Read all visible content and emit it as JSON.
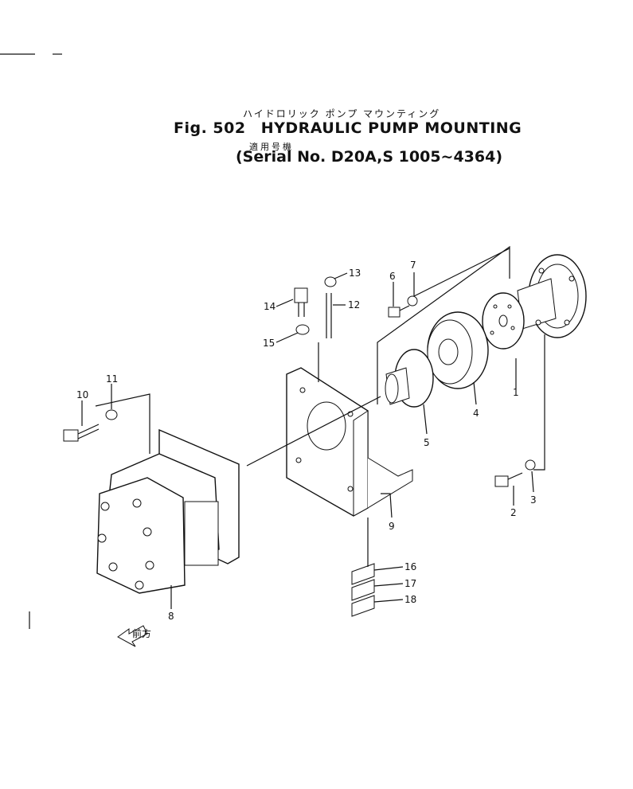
{
  "title": {
    "kana": "ハイドロリック ポンプ マウンティング",
    "fig_label": "Fig. 502",
    "name": "HYDRAULIC PUMP MOUNTING",
    "serial_jp": "適用号機",
    "serial": "(Serial No. D20A,S 1005~4364)"
  },
  "callouts": [
    {
      "id": "c1",
      "label": "1"
    },
    {
      "id": "c2",
      "label": "2"
    },
    {
      "id": "c3",
      "label": "3"
    },
    {
      "id": "c4",
      "label": "4"
    },
    {
      "id": "c5",
      "label": "5"
    },
    {
      "id": "c6",
      "label": "6"
    },
    {
      "id": "c7",
      "label": "7"
    },
    {
      "id": "c8",
      "label": "8"
    },
    {
      "id": "c9",
      "label": "9"
    },
    {
      "id": "c10",
      "label": "10"
    },
    {
      "id": "c11",
      "label": "11"
    },
    {
      "id": "c12",
      "label": "12"
    },
    {
      "id": "c13",
      "label": "13"
    },
    {
      "id": "c14",
      "label": "14"
    },
    {
      "id": "c15",
      "label": "15"
    },
    {
      "id": "c16",
      "label": "16"
    },
    {
      "id": "c17",
      "label": "17"
    },
    {
      "id": "c18",
      "label": "18"
    }
  ],
  "front_arrow_label": "前方"
}
